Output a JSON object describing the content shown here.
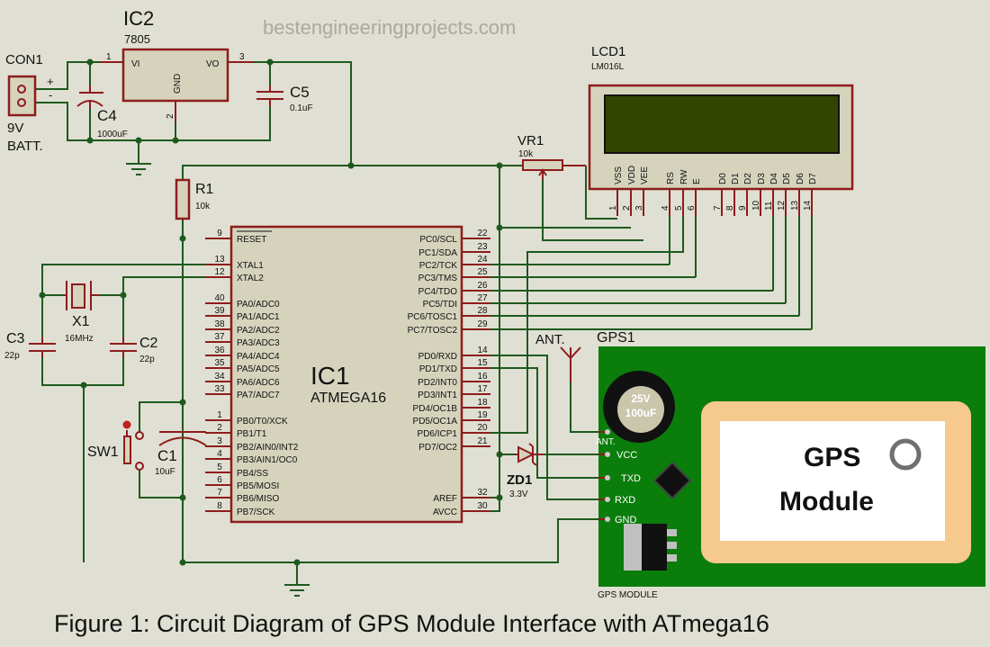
{
  "regulator": {
    "ref": "IC2",
    "part": "7805",
    "pin_vi": "VI",
    "pin_vo": "VO",
    "pin_gnd": "GND",
    "pin1": "1",
    "pin2": "2",
    "pin3": "3"
  },
  "connector": {
    "ref": "CON1",
    "plus": "+",
    "minus": "-",
    "value1": "9V",
    "value2": "BATT."
  },
  "c4": {
    "ref": "C4",
    "value": "1000uF"
  },
  "c5": {
    "ref": "C5",
    "value": "0.1uF"
  },
  "r1": {
    "ref": "R1",
    "value": "10k"
  },
  "x1": {
    "ref": "X1",
    "value": "16MHz"
  },
  "c3": {
    "ref": "C3",
    "value": "22p"
  },
  "c2": {
    "ref": "C2",
    "value": "22p"
  },
  "sw1": {
    "ref": "SW1"
  },
  "c1": {
    "ref": "C1",
    "value": "10uF"
  },
  "vr1": {
    "ref": "VR1",
    "value": "10k"
  },
  "zd1": {
    "ref": "ZD1",
    "value": "3.3V"
  },
  "mcu": {
    "ref": "IC1",
    "part": "ATMEGA16",
    "left_pins": [
      {
        "num": "9",
        "name": "RESET"
      },
      {
        "num": "13",
        "name": "XTAL1"
      },
      {
        "num": "12",
        "name": "XTAL2"
      },
      {
        "num": "40",
        "name": "PA0/ADC0"
      },
      {
        "num": "39",
        "name": "PA1/ADC1"
      },
      {
        "num": "38",
        "name": "PA2/ADC2"
      },
      {
        "num": "37",
        "name": "PA3/ADC3"
      },
      {
        "num": "36",
        "name": "PA4/ADC4"
      },
      {
        "num": "35",
        "name": "PA5/ADC5"
      },
      {
        "num": "34",
        "name": "PA6/ADC6"
      },
      {
        "num": "33",
        "name": "PA7/ADC7"
      },
      {
        "num": "1",
        "name": "PB0/T0/XCK"
      },
      {
        "num": "2",
        "name": "PB1/T1"
      },
      {
        "num": "3",
        "name": "PB2/AIN0/INT2"
      },
      {
        "num": "4",
        "name": "PB3/AIN1/OC0"
      },
      {
        "num": "5",
        "name": "PB4/SS"
      },
      {
        "num": "6",
        "name": "PB5/MOSI"
      },
      {
        "num": "7",
        "name": "PB6/MISO"
      },
      {
        "num": "8",
        "name": "PB7/SCK"
      }
    ],
    "right_pins": [
      {
        "num": "22",
        "name": "PC0/SCL"
      },
      {
        "num": "23",
        "name": "PC1/SDA"
      },
      {
        "num": "24",
        "name": "PC2/TCK"
      },
      {
        "num": "25",
        "name": "PC3/TMS"
      },
      {
        "num": "26",
        "name": "PC4/TDO"
      },
      {
        "num": "27",
        "name": "PC5/TDI"
      },
      {
        "num": "28",
        "name": "PC6/TOSC1"
      },
      {
        "num": "29",
        "name": "PC7/TOSC2"
      },
      {
        "num": "14",
        "name": "PD0/RXD"
      },
      {
        "num": "15",
        "name": "PD1/TXD"
      },
      {
        "num": "16",
        "name": "PD2/INT0"
      },
      {
        "num": "17",
        "name": "PD3/INT1"
      },
      {
        "num": "18",
        "name": "PD4/OC1B"
      },
      {
        "num": "19",
        "name": "PD5/OC1A"
      },
      {
        "num": "20",
        "name": "PD6/ICP1"
      },
      {
        "num": "21",
        "name": "PD7/OC2"
      },
      {
        "num": "32",
        "name": "AREF"
      },
      {
        "num": "30",
        "name": "AVCC"
      }
    ]
  },
  "lcd": {
    "ref": "LCD1",
    "part": "LM016L",
    "screen_color": "#334400",
    "pins": [
      {
        "num": "1",
        "name": "VSS"
      },
      {
        "num": "2",
        "name": "VDD"
      },
      {
        "num": "3",
        "name": "VEE"
      },
      {
        "num": "4",
        "name": "RS"
      },
      {
        "num": "5",
        "name": "RW"
      },
      {
        "num": "6",
        "name": "E"
      },
      {
        "num": "7",
        "name": "D0"
      },
      {
        "num": "8",
        "name": "D1"
      },
      {
        "num": "9",
        "name": "D2"
      },
      {
        "num": "10",
        "name": "D3"
      },
      {
        "num": "11",
        "name": "D4"
      },
      {
        "num": "12",
        "name": "D5"
      },
      {
        "num": "13",
        "name": "D6"
      },
      {
        "num": "14",
        "name": "D7"
      }
    ]
  },
  "gps": {
    "ref": "GPS1",
    "antenna_label": "ANT.",
    "board_color": "#0b7d0b",
    "cap_voltage": "25V",
    "cap_value": "100uF",
    "title_line1": "GPS",
    "title_line2": "Module",
    "pins": [
      "ANT.",
      "VCC",
      "TXD",
      "RXD",
      "GND"
    ],
    "footer": "GPS MODULE"
  },
  "watermark": "bestengineeringprojects.com",
  "caption": "Figure 1: Circuit Diagram of GPS Module Interface with ATmega16"
}
